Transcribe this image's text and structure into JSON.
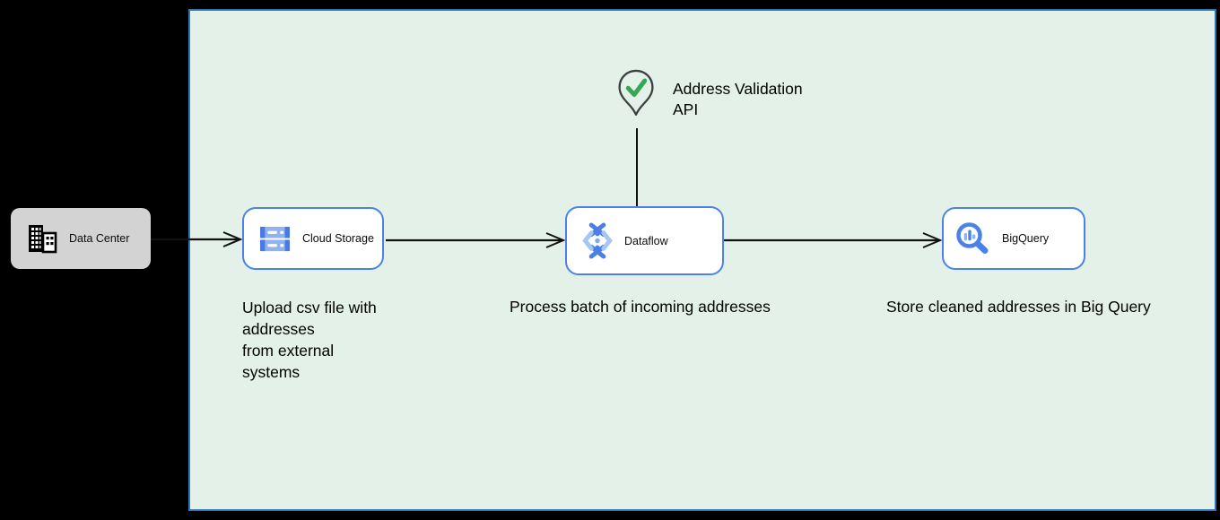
{
  "colors": {
    "background": "#000000",
    "board_fill": "#e3f1e8",
    "board_border": "#2e75b6",
    "node_border": "#4a82e8",
    "data_center_fill": "#d3d3d3",
    "icon_blue": "#4a7fe8",
    "icon_blue_light": "#a6c6f5",
    "check_green": "#34a853",
    "pin_outline": "#3c4043",
    "connector": "#111111"
  },
  "nodes": {
    "data_center": {
      "label": "Data Center",
      "icon": "building-icon"
    },
    "cloud_storage": {
      "label": "Cloud Storage",
      "icon": "cloud-storage-icon"
    },
    "dataflow": {
      "label": "Dataflow",
      "icon": "dataflow-icon"
    },
    "bigquery": {
      "label": "BigQuery",
      "icon": "bigquery-icon"
    }
  },
  "annotations": {
    "api_label": "Address Validation\nAPI",
    "caption_upload": "Upload csv file with\naddresses\nfrom external\nsystems",
    "caption_process": "Process batch of incoming addresses",
    "caption_store": "Store cleaned addresses in Big Query"
  }
}
